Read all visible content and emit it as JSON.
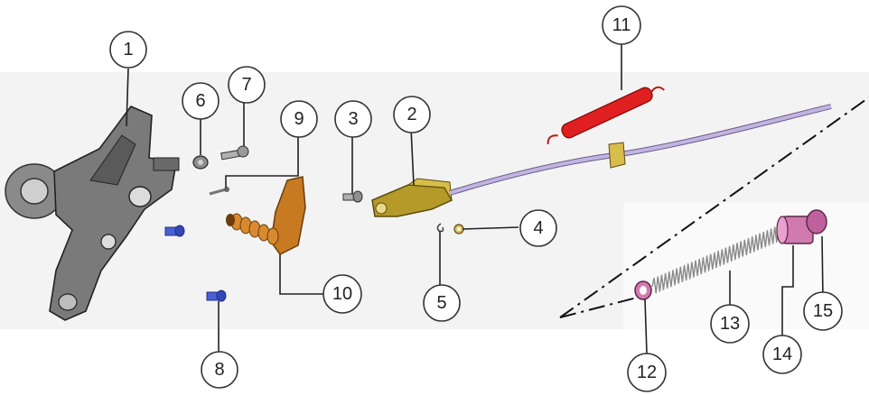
{
  "diagram": {
    "callouts": [
      {
        "id": "c1",
        "label": "1"
      },
      {
        "id": "c2",
        "label": "2"
      },
      {
        "id": "c3",
        "label": "3"
      },
      {
        "id": "c4",
        "label": "4"
      },
      {
        "id": "c5",
        "label": "5"
      },
      {
        "id": "c6",
        "label": "6"
      },
      {
        "id": "c7",
        "label": "7"
      },
      {
        "id": "c8",
        "label": "8"
      },
      {
        "id": "c9",
        "label": "9"
      },
      {
        "id": "c10",
        "label": "10"
      },
      {
        "id": "c11",
        "label": "11"
      },
      {
        "id": "c12",
        "label": "12"
      },
      {
        "id": "c13",
        "label": "13"
      },
      {
        "id": "c14",
        "label": "14"
      },
      {
        "id": "c15",
        "label": "15"
      }
    ],
    "colors": {
      "background_panel": "#f2f2f2",
      "bracket": "#6e6e6e",
      "lever_yellow": "#b59a2a",
      "pedal_arm": "#c77a22",
      "cable": "#b7a6d6",
      "spring_red": "#e02020",
      "bolt_blue": "#4a5fd6",
      "bushing_pink": "#d07ab0",
      "spring_gray": "#9a9a9a"
    }
  }
}
